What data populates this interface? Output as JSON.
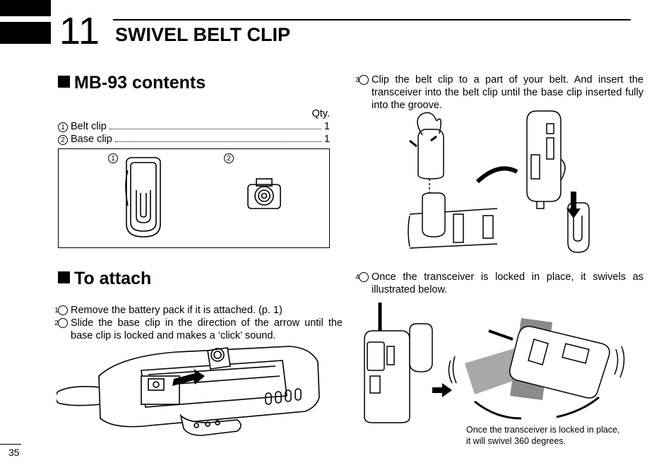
{
  "chapter": {
    "number": "11",
    "title": "SWIVEL BELT CLIP"
  },
  "contents_section": {
    "heading": "MB-93 contents",
    "qty_header": "Qty.",
    "items": [
      {
        "marker": "①",
        "name": "Belt clip",
        "qty": "1"
      },
      {
        "marker": "②",
        "name": "Base clip",
        "qty": "1"
      }
    ],
    "figure_labels": [
      "①",
      "②"
    ]
  },
  "attach_section": {
    "heading": "To attach",
    "steps": [
      {
        "marker": "①",
        "text": "Remove the battery pack if it is attached. (p. 1)"
      },
      {
        "marker": "②",
        "text": "Slide the base clip in the direction of the arrow until the base clip is locked and makes a ‘click’ sound."
      },
      {
        "marker": "③",
        "text": "Clip the belt clip to a part of your belt. And insert the transceiver into the belt clip until the base clip inserted fully into the groove."
      },
      {
        "marker": "④",
        "text": "Once the transceiver is locked in place, it swivels as illustrated below."
      }
    ],
    "swivel_caption_line1": "Once the transceiver is locked in place,",
    "swivel_caption_line2": "it will swivel 360 degrees."
  },
  "page_number": "35"
}
